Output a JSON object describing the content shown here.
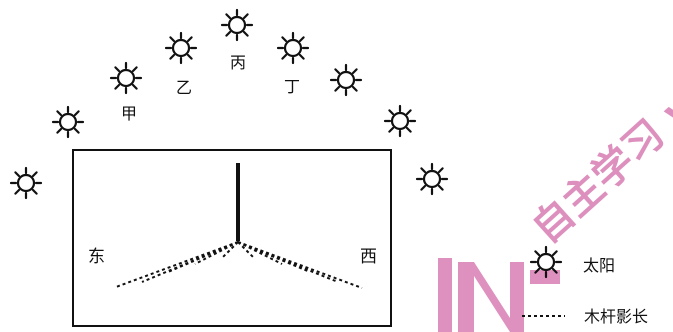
{
  "sun_labels": {
    "jia": "甲",
    "yi": "乙",
    "bing": "丙",
    "ding": "丁"
  },
  "directions": {
    "east": "东",
    "west": "西"
  },
  "legend": {
    "sun": "太阳",
    "shadow": "木杆影长"
  },
  "watermark": {
    "text": "自主学习 www",
    "color": "#c2378a"
  }
}
